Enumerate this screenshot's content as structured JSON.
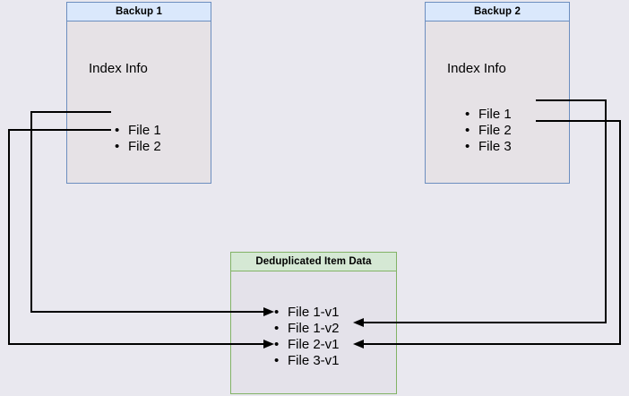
{
  "diagram": {
    "title_hidden": "",
    "background_color": "#e9e8ef",
    "nodes": [
      {
        "id": "backup1",
        "header": "Backup 1",
        "caption": "Index Info",
        "items": [
          "File 1",
          "File 2"
        ],
        "border_color": "#6c8ebf",
        "header_color": "#dae8fc",
        "body_color": "#e6e2e6"
      },
      {
        "id": "backup2",
        "header": "Backup 2",
        "caption": "Index Info",
        "items": [
          "File 1",
          "File 2",
          "File 3"
        ],
        "border_color": "#6c8ebf",
        "header_color": "#dae8fc",
        "body_color": "#e6e2e6"
      },
      {
        "id": "dedup",
        "header": "Deduplicated Item Data",
        "caption": "",
        "items": [
          "File 1-v1",
          "File 1-v2",
          "File 2-v1",
          "File 3-v1"
        ],
        "border_color": "#82b366",
        "header_color": "#d5e8d4",
        "body_color": "#e4e2ea"
      }
    ],
    "edges": [
      {
        "id": "b1-file1-to-file1v1",
        "from": "backup1.File 1",
        "to": "dedup.File 1-v1"
      },
      {
        "id": "b1-file2-to-file2v1",
        "from": "backup1.File 2",
        "to": "dedup.File 2-v1"
      },
      {
        "id": "b2-file1-to-file1v2",
        "from": "backup2.File 1",
        "to": "dedup.File 1-v2"
      },
      {
        "id": "b2-file2-to-file2v1",
        "from": "backup2.File 2",
        "to": "dedup.File 2-v1"
      }
    ],
    "edge_color": "#000000"
  }
}
